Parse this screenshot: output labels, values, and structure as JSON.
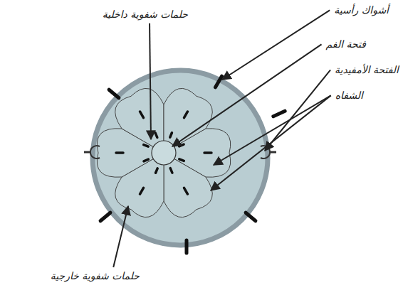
{
  "diagram": {
    "labels": [
      "حلمات شفوية داخلية",
      "أشواك رأسية",
      "فتحة الفم",
      "الفتحة الأمفيدية",
      "الشفاه",
      "حلمات شفوية خارجية"
    ]
  }
}
